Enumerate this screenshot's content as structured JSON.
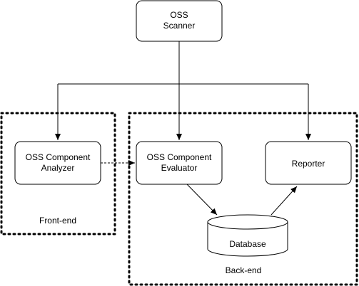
{
  "nodes": {
    "scanner": {
      "line1": "OSS",
      "line2": "Scanner"
    },
    "analyzer": {
      "line1": "OSS Component",
      "line2": "Analyzer"
    },
    "evaluator": {
      "line1": "OSS Component",
      "line2": "Evaluator"
    },
    "reporter": {
      "label": "Reporter"
    },
    "database": {
      "label": "Database"
    }
  },
  "groups": {
    "frontend": {
      "label": "Front-end"
    },
    "backend": {
      "label": "Back-end"
    }
  },
  "edges": [
    {
      "from": "scanner",
      "to": "analyzer"
    },
    {
      "from": "scanner",
      "to": "evaluator"
    },
    {
      "from": "scanner",
      "to": "reporter"
    },
    {
      "from": "analyzer",
      "to": "evaluator",
      "style": "dashed"
    },
    {
      "from": "evaluator",
      "to": "database"
    },
    {
      "from": "database",
      "to": "reporter"
    }
  ],
  "colors": {
    "stroke": "#000000",
    "fill": "#ffffff",
    "text": "#000000"
  }
}
